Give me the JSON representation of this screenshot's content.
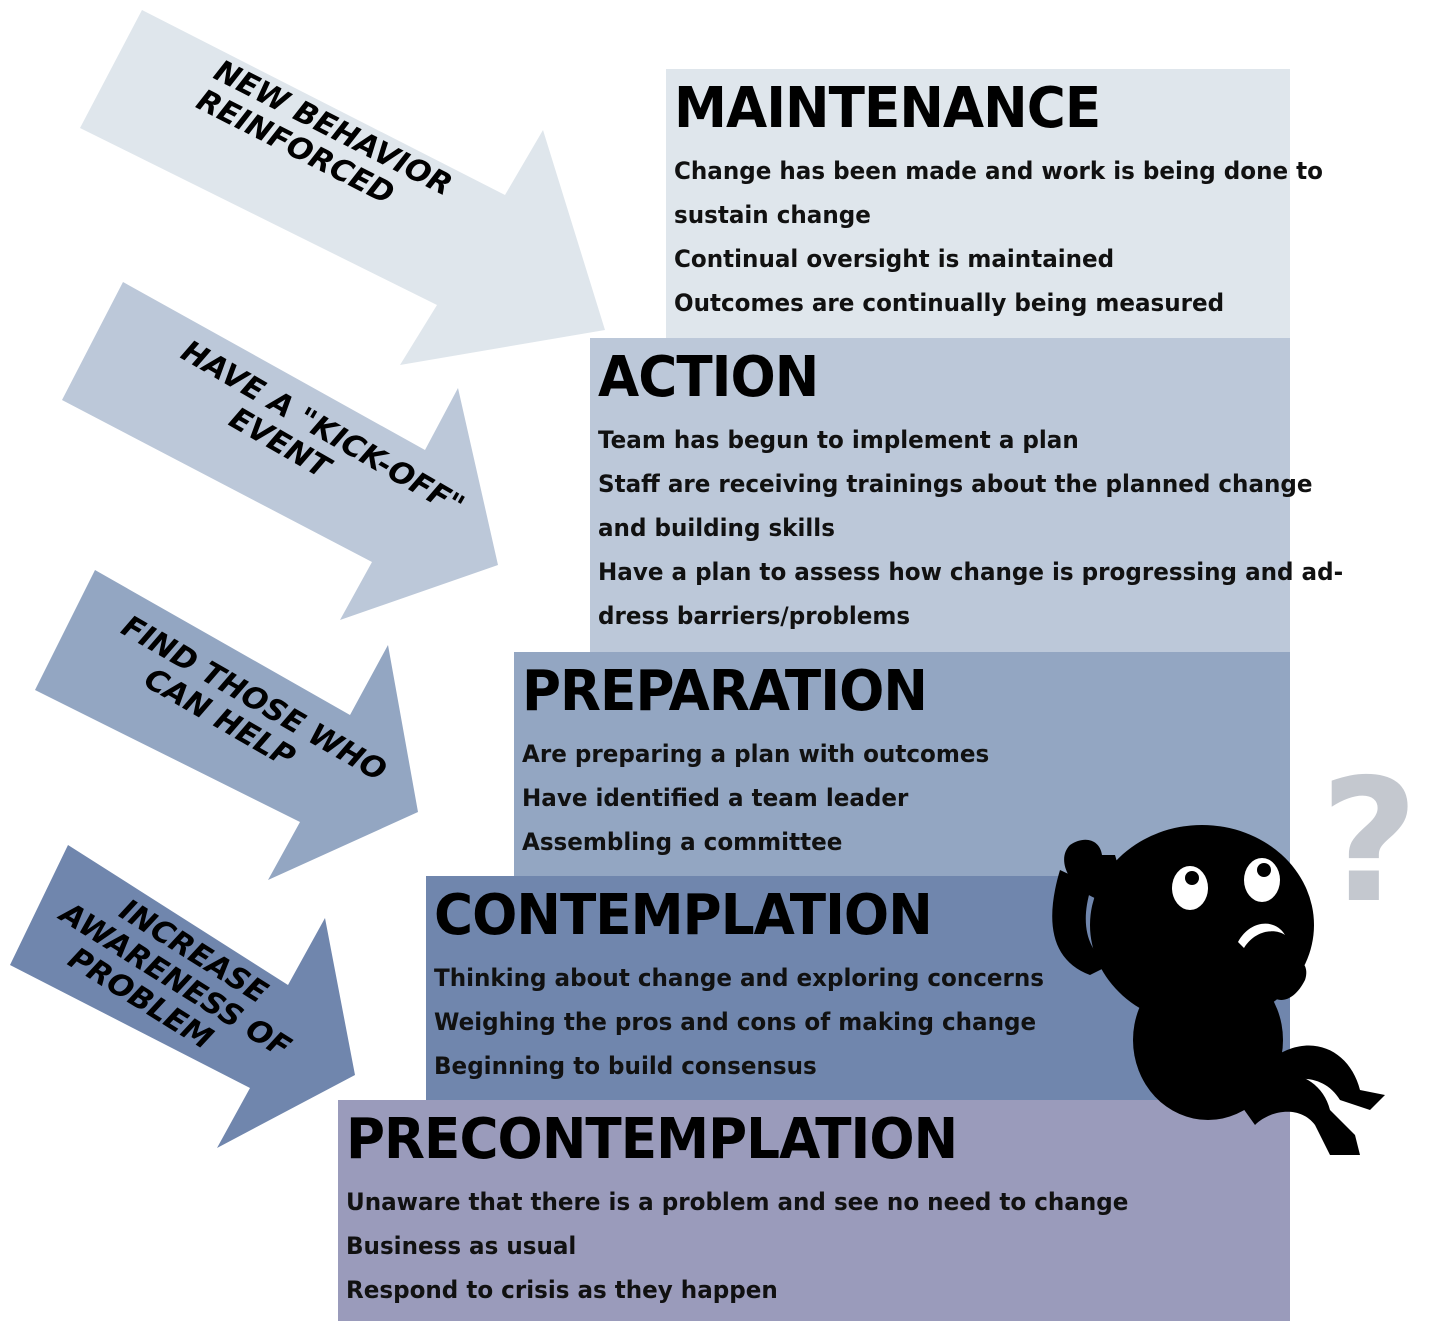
{
  "stages": [
    {
      "id": "maintenance",
      "title": "MAINTENANCE",
      "items": [
        "Change has been made and work is being done to",
        "sustain change",
        "Continual oversight is maintained",
        "Outcomes are continually being measured"
      ],
      "color": "#dfe6ec"
    },
    {
      "id": "action",
      "title": "ACTION",
      "items": [
        "Team has begun to implement a plan",
        "Staff are receiving trainings about the planned change",
        "and building skills",
        "Have a plan to assess how change is progressing and ad-",
        "dress barriers/problems"
      ],
      "color": "#bcc8d9"
    },
    {
      "id": "preparation",
      "title": "PREPARATION",
      "items": [
        "Are preparing a plan with outcomes",
        "Have identified a team leader",
        "Assembling a committee"
      ],
      "color": "#93a6c2"
    },
    {
      "id": "contemplation",
      "title": "CONTEMPLATION",
      "items": [
        "Thinking about change and exploring concerns",
        "Weighing the pros and cons of making change",
        "Beginning to build consensus"
      ],
      "color": "#7086ad"
    },
    {
      "id": "precontemplation",
      "title": "PRECONTEMPLATION",
      "items": [
        "Unaware that there is a problem and see no need to change",
        "Business as usual",
        "Respond to crisis as they happen"
      ],
      "color": "#9a9bbb"
    }
  ],
  "arrows": [
    {
      "line1": "NEW BEHAVIOR",
      "line2": "REINFORCED",
      "line3": "",
      "color": "#dfe6ec"
    },
    {
      "line1": "HAVE A \"KICK-OFF\"",
      "line2": "EVENT",
      "line3": "",
      "color": "#bcc8d9"
    },
    {
      "line1": "FIND THOSE WHO",
      "line2": "CAN HELP",
      "line3": "",
      "color": "#93a6c2"
    },
    {
      "line1": "INCREASE",
      "line2": "AWARENESS OF",
      "line3": "PROBLEM",
      "color": "#7086ad"
    }
  ],
  "figure": {
    "icon": "confused-person-icon",
    "question_mark": "?",
    "question_color": "#c4c8cf"
  }
}
